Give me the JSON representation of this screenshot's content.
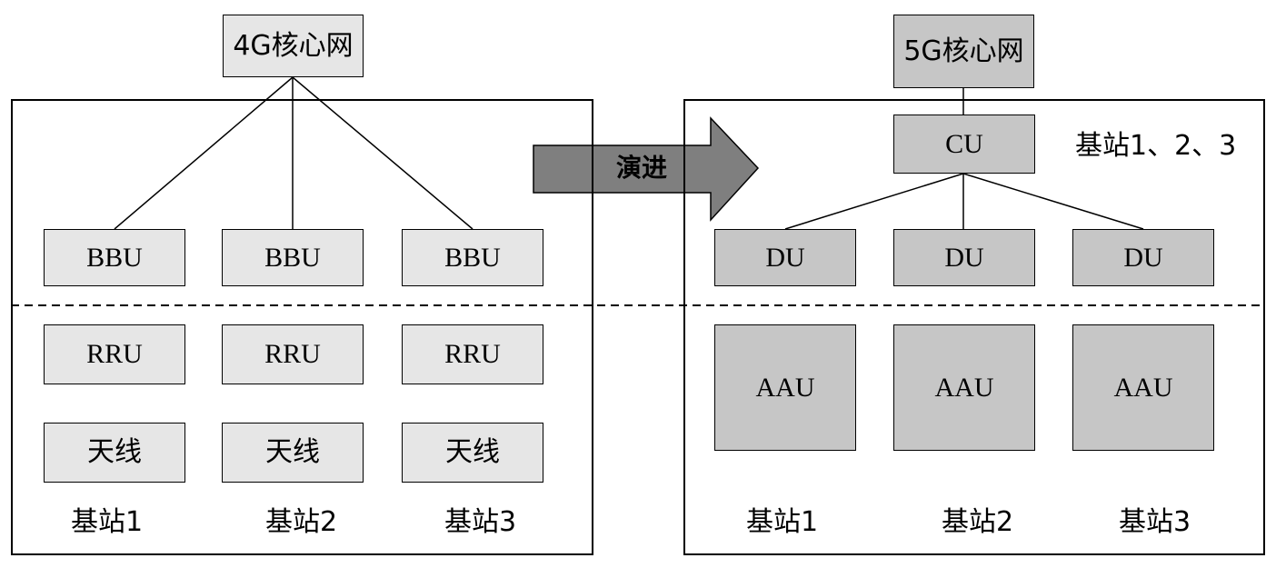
{
  "left": {
    "core": "4G核心网",
    "bbu": [
      "BBU",
      "BBU",
      "BBU"
    ],
    "rru": [
      "RRU",
      "RRU",
      "RRU"
    ],
    "antenna": [
      "天线",
      "天线",
      "天线"
    ],
    "stations": [
      "基站1",
      "基站2",
      "基站3"
    ]
  },
  "arrow": {
    "label": "演进"
  },
  "right": {
    "core": "5G核心网",
    "cu": "CU",
    "cu_note": "基站1、2、3",
    "du": [
      "DU",
      "DU",
      "DU"
    ],
    "aau": [
      "AAU",
      "AAU",
      "AAU"
    ],
    "stations": [
      "基站1",
      "基站2",
      "基站3"
    ]
  },
  "colors": {
    "light_fill": "#e6e6e6",
    "mid_fill": "#c6c6c6",
    "arrow_fill": "#7f7f7f",
    "line": "#000000"
  }
}
